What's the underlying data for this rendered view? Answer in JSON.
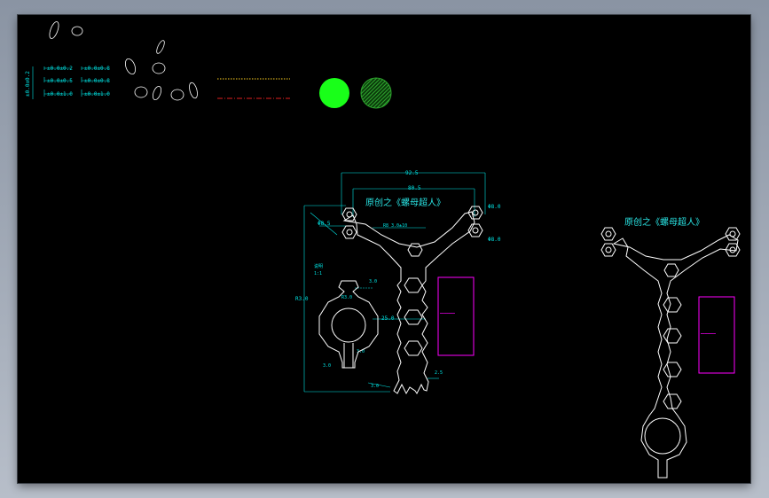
{
  "window": {
    "background_top": "#8a94a3",
    "background_bottom": "#b7bec9"
  },
  "canvas": {
    "background": "#000000",
    "colors": {
      "geometry": "#ffffff",
      "dimension": "#00e6e6",
      "magenta": "#ff00ff",
      "yellow_line": "#ffd21f",
      "red_line": "#e02020",
      "green": "#19ff19",
      "green_hatch": "#2fa82f"
    }
  },
  "legend": {
    "tolerances_left": [
      "±0.0±0.2",
      "±0.0±0.5",
      "±0.0±1.0"
    ],
    "tolerances_right": [
      "±0.0±0.8",
      "±0.0±0.8",
      "±0.0±1.0"
    ],
    "side_label": "±0.0±0.2"
  },
  "drawing_left": {
    "title": "原创之《螺母超人》",
    "dim_top_outer": "92.5",
    "dim_top_inner": "80.5",
    "dim_right_top": "Φ8.0",
    "dim_right_bottom": "Φ8.0",
    "dim_left": "Φ8.5",
    "dim_note": "R8  3.0±10",
    "dim_side": "R3.0",
    "dim_middle": "25.0",
    "dim_small_top": "3.0",
    "dim_small_left": "R3.0",
    "dim_bottom_left": "3.0",
    "dim_bottom_right": "3.0",
    "dim_bottom_small": "3.0",
    "dim_right_small": "2.5",
    "label_note": "说明",
    "label_note2": "1:1",
    "magenta_label": "━━━━━━━"
  },
  "drawing_right": {
    "title": "原创之《螺母超人》",
    "magenta_label": "━━━━━━━"
  }
}
